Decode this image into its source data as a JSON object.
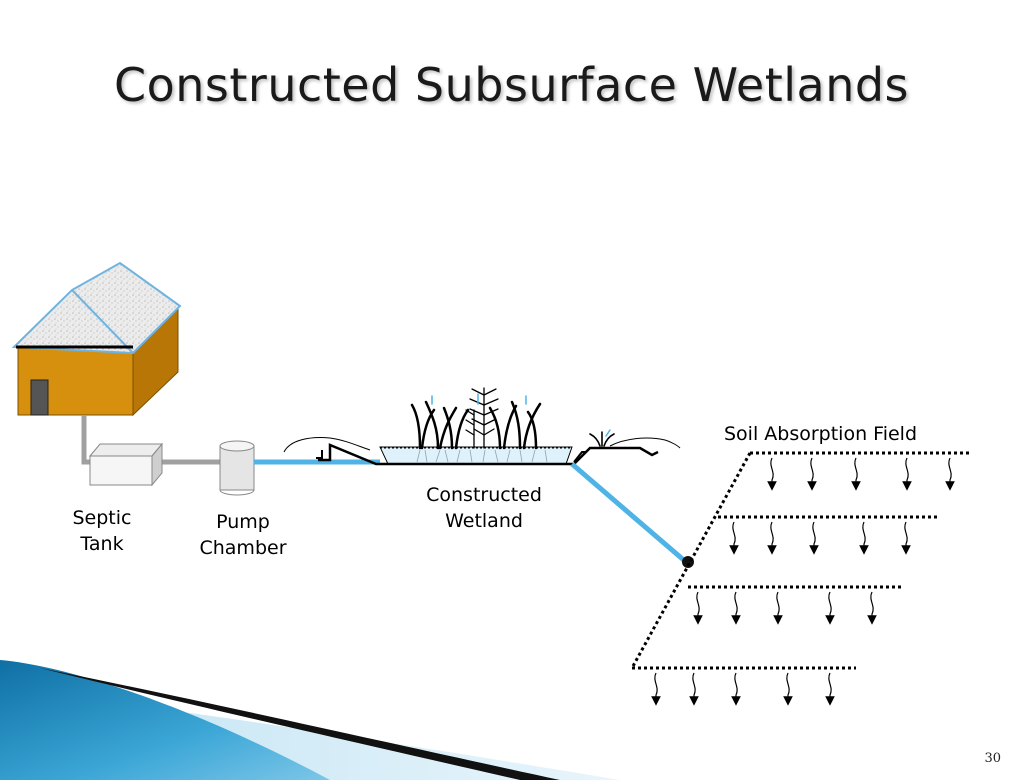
{
  "slide": {
    "title": "Constructed Subsurface Wetlands",
    "page_number": "30"
  },
  "labels": {
    "septic_line1": "Septic",
    "septic_line2": "Tank",
    "pump_line1": "Pump",
    "pump_line2": "Chamber",
    "wetland_line1": "Constructed",
    "wetland_line2": "Wetland",
    "soil_field": "Soil Absorption Field"
  },
  "colors": {
    "house_wall": "#d6900d",
    "roof": "#e8e8e8",
    "roof_edge": "#6fb3e0",
    "pipe_grey": "#a0a0a0",
    "pipe_blue": "#4fb3e6",
    "accent_blue": "#1b7fb5"
  }
}
